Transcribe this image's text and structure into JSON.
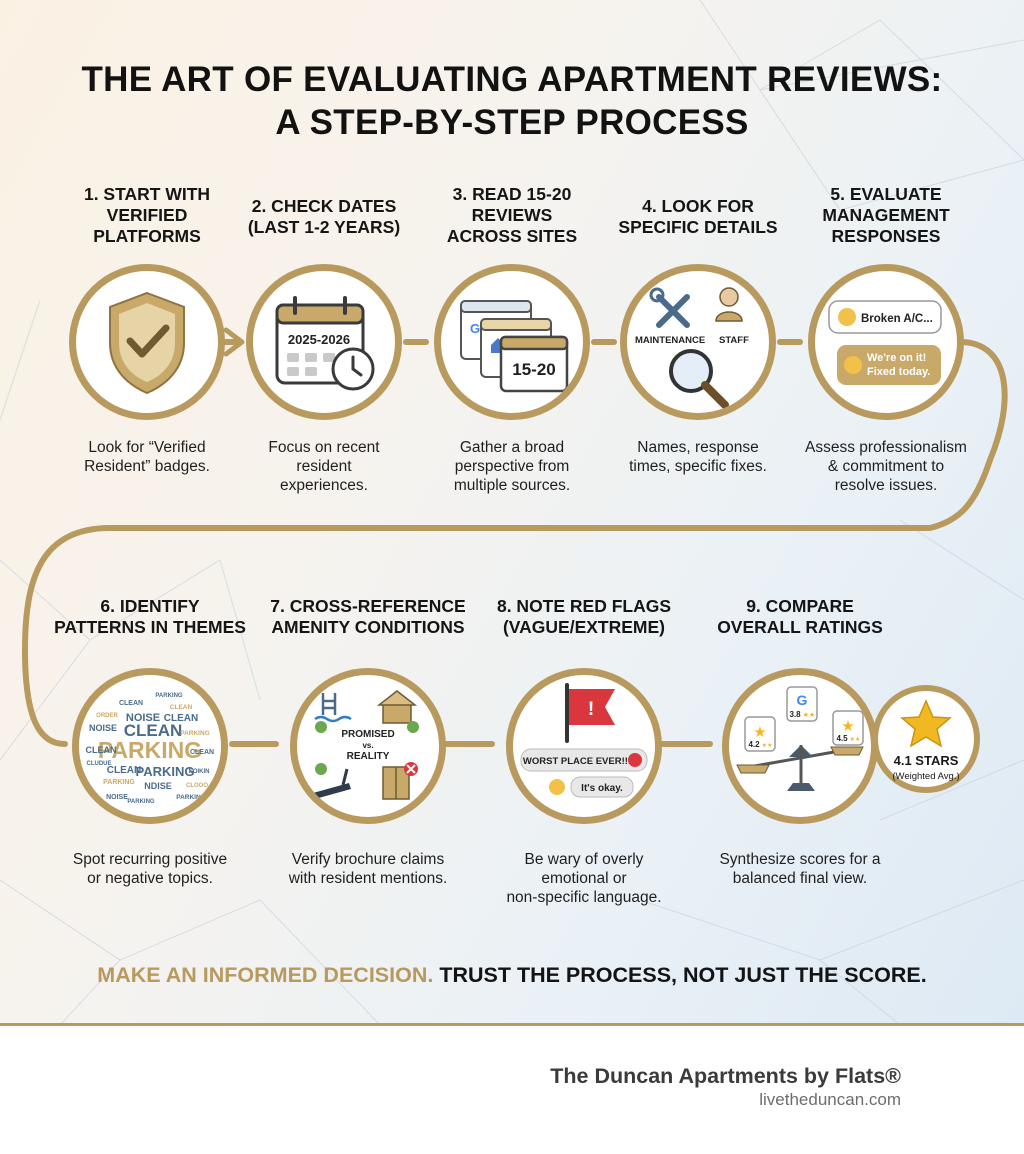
{
  "title": [
    "THE ART OF EVALUATING APARTMENT REVIEWS:",
    "A STEP-BY-STEP PROCESS"
  ],
  "steps": [
    {
      "title": [
        "1. START WITH",
        "VERIFIED",
        "PLATFORMS"
      ],
      "desc": [
        "Look for “Verified",
        "Resident” badges."
      ],
      "icon": "shield-check-icon"
    },
    {
      "title": [
        "2. CHECK DATES",
        "(LAST 1-2 YEARS)"
      ],
      "desc": [
        "Focus on recent",
        "resident",
        "experiences."
      ],
      "icon": "calendar-clock-icon",
      "calendar_text": "2025-2026"
    },
    {
      "title": [
        "3. READ 15-20",
        "REVIEWS",
        "ACROSS SITES"
      ],
      "desc": [
        "Gather a broad",
        "perspective from",
        "multiple sources."
      ],
      "icon": "browser-windows-icon",
      "window_text": "15-20"
    },
    {
      "title": [
        "4. LOOK FOR",
        "SPECIFIC DETAILS"
      ],
      "desc": [
        "Names, response",
        "times, specific fixes."
      ],
      "icon": "magnifier-icon",
      "labels": [
        "MAINTENANCE",
        "STAFF"
      ]
    },
    {
      "title": [
        "5. EVALUATE",
        "MANAGEMENT",
        "RESPONSES"
      ],
      "desc": [
        "Assess professionalism",
        "& commitment to",
        "resolve issues."
      ],
      "icon": "chat-bubbles-icon",
      "bubbles": [
        "Broken A/C...",
        "We're on it!",
        "Fixed today."
      ]
    },
    {
      "title": [
        "6. IDENTIFY",
        "PATTERNS IN THEMES"
      ],
      "desc": [
        "Spot recurring positive",
        "or negative topics."
      ],
      "icon": "word-cloud-icon",
      "words": [
        "PARKING",
        "CLEAN",
        "NOISE",
        "CLEAN",
        "PARKING",
        "CLEAN",
        "NOISE",
        "CLEAN",
        "CLEAN",
        "PARKING",
        "NDISE",
        "PARKING",
        "CLEAN",
        "CLEAN",
        "PARKING",
        "NOISE",
        "ORDER",
        "CLUDUE",
        "PARKING",
        "NOIKIN",
        "CLOOO",
        "PARKING"
      ]
    },
    {
      "title": [
        "7. CROSS-REFERENCE",
        "AMENITY CONDITIONS"
      ],
      "desc": [
        "Verify brochure claims",
        "with resident mentions."
      ],
      "icon": "amenities-icon",
      "labels": [
        "PROMISED",
        "vs.",
        "REALITY"
      ]
    },
    {
      "title": [
        "8. NOTE RED FLAGS",
        "(VAGUE/EXTREME)"
      ],
      "desc": [
        "Be wary of overly",
        "emotional or",
        "non-specific language."
      ],
      "icon": "red-flag-icon",
      "bubbles": [
        "WORST PLACE EVER!!!",
        "It's okay."
      ]
    },
    {
      "title": [
        "9. COMPARE",
        "OVERALL RATINGS"
      ],
      "desc": [
        "Synthesize scores for a",
        "balanced final view."
      ],
      "icon": "balance-scale-icon",
      "ratings": [
        "3.8",
        "4.2",
        "4.5"
      ]
    }
  ],
  "final_rating": {
    "value": "4.1 STARS",
    "note": "(Weighted Avg.)"
  },
  "tagline": {
    "highlight": "MAKE AN INFORMED DECISION.",
    "rest": "TRUST THE PROCESS, NOT JUST THE SCORE."
  },
  "brand": {
    "name": "The Duncan Apartments by Flats®",
    "url": "livetheduncan.com"
  },
  "colors": {
    "gold": "#b8995e",
    "accent_red": "#d9363e",
    "text": "#151515"
  }
}
